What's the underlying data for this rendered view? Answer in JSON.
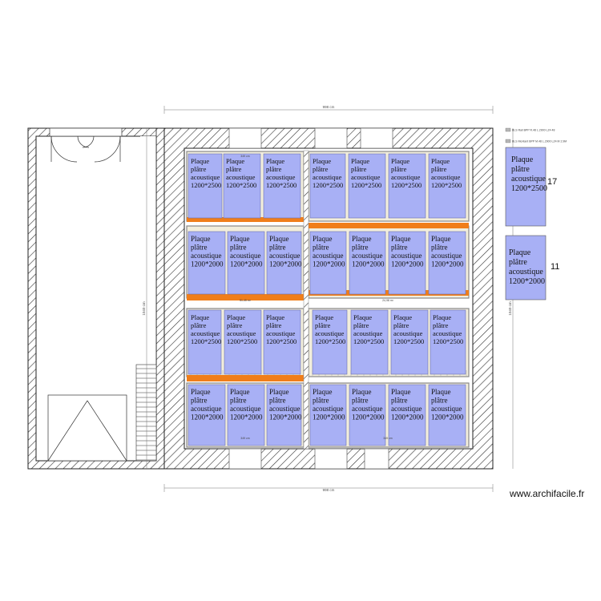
{
  "panel_types": {
    "p2500": [
      "Plaque",
      "plâtre",
      "acoustique",
      "1200*2500"
    ],
    "p2000": [
      "Plaque",
      "plâtre",
      "acoustique",
      "1200*2000"
    ]
  },
  "dimensions": {
    "top": "998 cm",
    "bottom": "998 cm",
    "left_height": "1040 cm",
    "right_height": "1040 cm",
    "bay_width": "349 cm"
  },
  "area_labels": [
    "51,45 m²",
    "24,98 m²"
  ],
  "legend": {
    "items": [
      {
        "label": "BLS Rail BPP R.48 L.2900 LZ4 48",
        "color": "#b8b8b8"
      },
      {
        "label": "BLS Montant BPP M.48 L.2900 LZ4 M 2.9M",
        "color": "#b8b8b8"
      },
      {
        "label": "17",
        "kind": "p2500",
        "color": "#a8b0f5"
      },
      {
        "label": "11",
        "kind": "p2000",
        "color": "#a8b0f5"
      }
    ]
  },
  "colors": {
    "panel_fill": "#a8b0f5",
    "joist": "#f07e1a",
    "wall_hatch": "#555555"
  },
  "watermark": "www.archifacile.fr"
}
